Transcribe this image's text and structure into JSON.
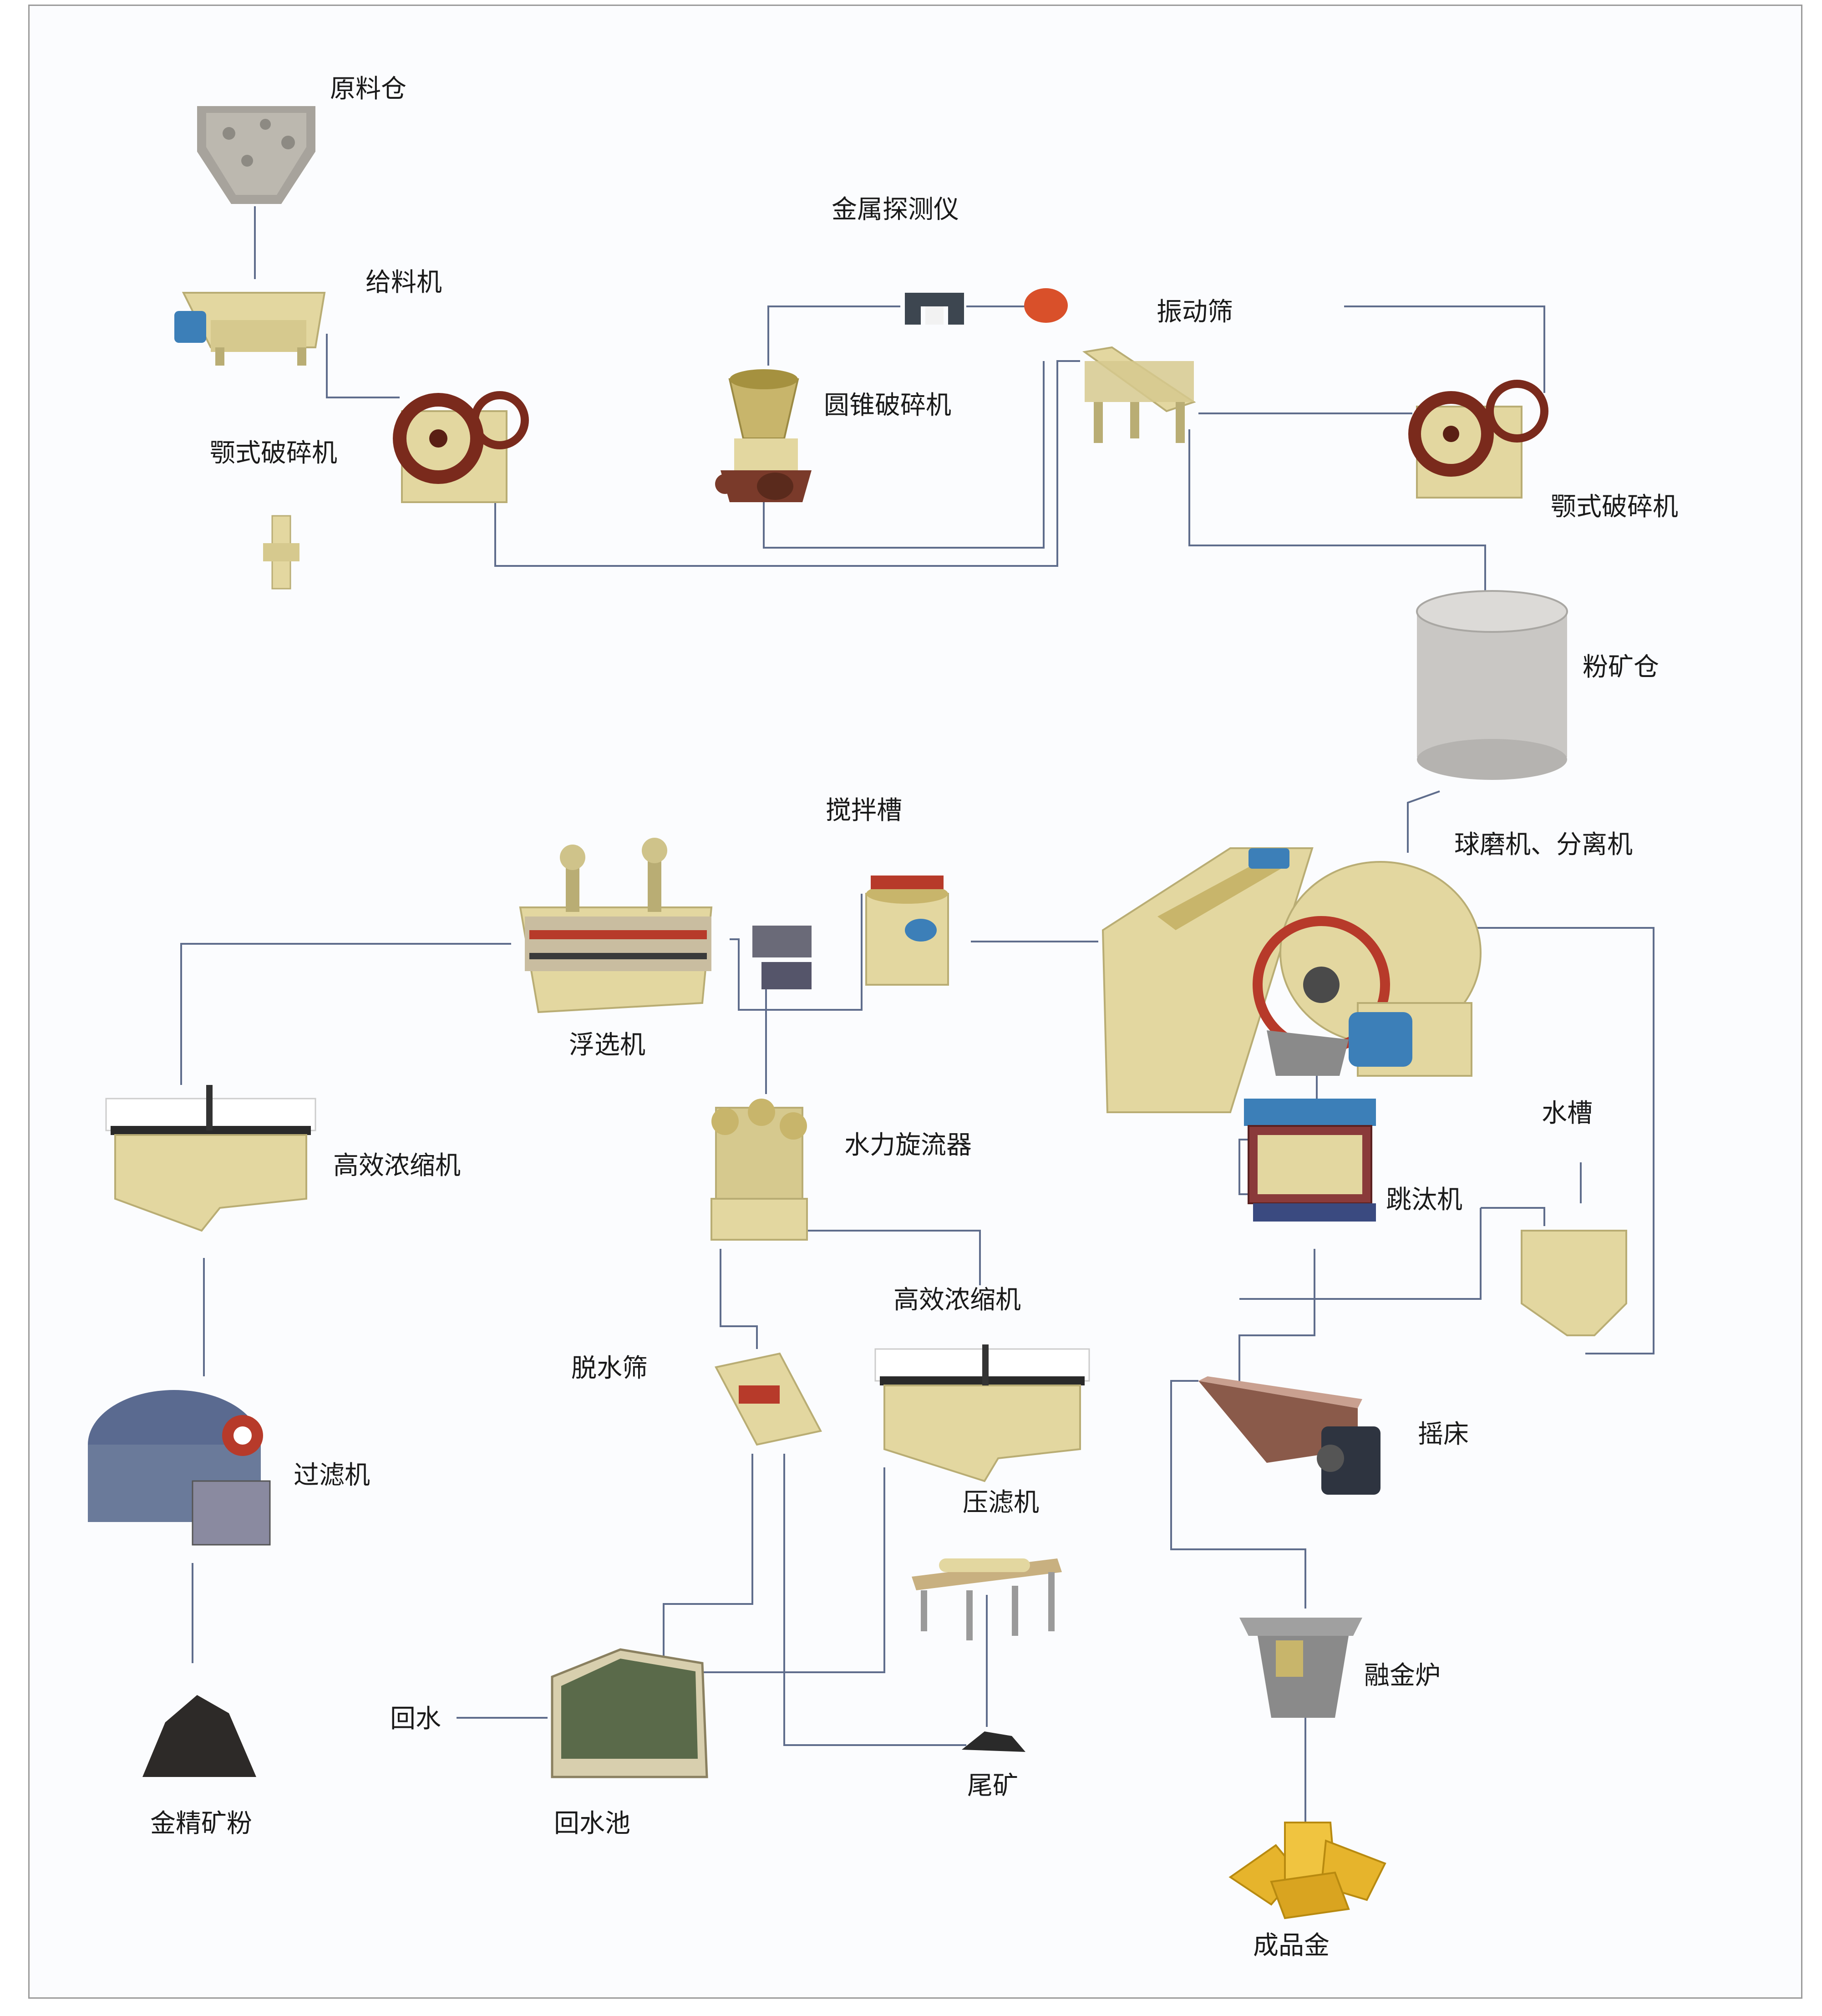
{
  "colors": {
    "line": "#5f6d8c",
    "machine_yellow": "#e3d7a0",
    "machine_shadow": "#b9ad74",
    "wheel_red": "#7a2a1c",
    "motor_blue": "#3c7fb8",
    "grey_silo": "#c9c7c4",
    "gold": "#e6b42c"
  },
  "nodes": {
    "raw_bin": "原料仓",
    "metal_detector": "金属探测仪",
    "feeder": "给料机",
    "vibrating_screen": "振动筛",
    "cone_crusher": "圆锥破碎机",
    "jaw_crusher_1": "颚式破碎机",
    "jaw_crusher_2": "颚式破碎机",
    "powder_bin": "粉矿仓",
    "agitation_tank": "搅拌槽",
    "ball_mill": "球磨机、分离机",
    "flotation": "浮选机",
    "thickener_1": "高效浓缩机",
    "hydrocyclone": "水力旋流器",
    "water_tank": "水槽",
    "jig": "跳汰机",
    "thickener_2": "高效浓缩机",
    "dewatering_screen": "脱水筛",
    "filter": "过滤机",
    "shaking_table": "摇床",
    "filter_press": "压滤机",
    "smelting_furnace": "融金炉",
    "return_water": "回水",
    "gold_concentrate": "金精矿粉",
    "return_pool": "回水池",
    "tailings": "尾矿",
    "finished_gold": "成品金"
  }
}
